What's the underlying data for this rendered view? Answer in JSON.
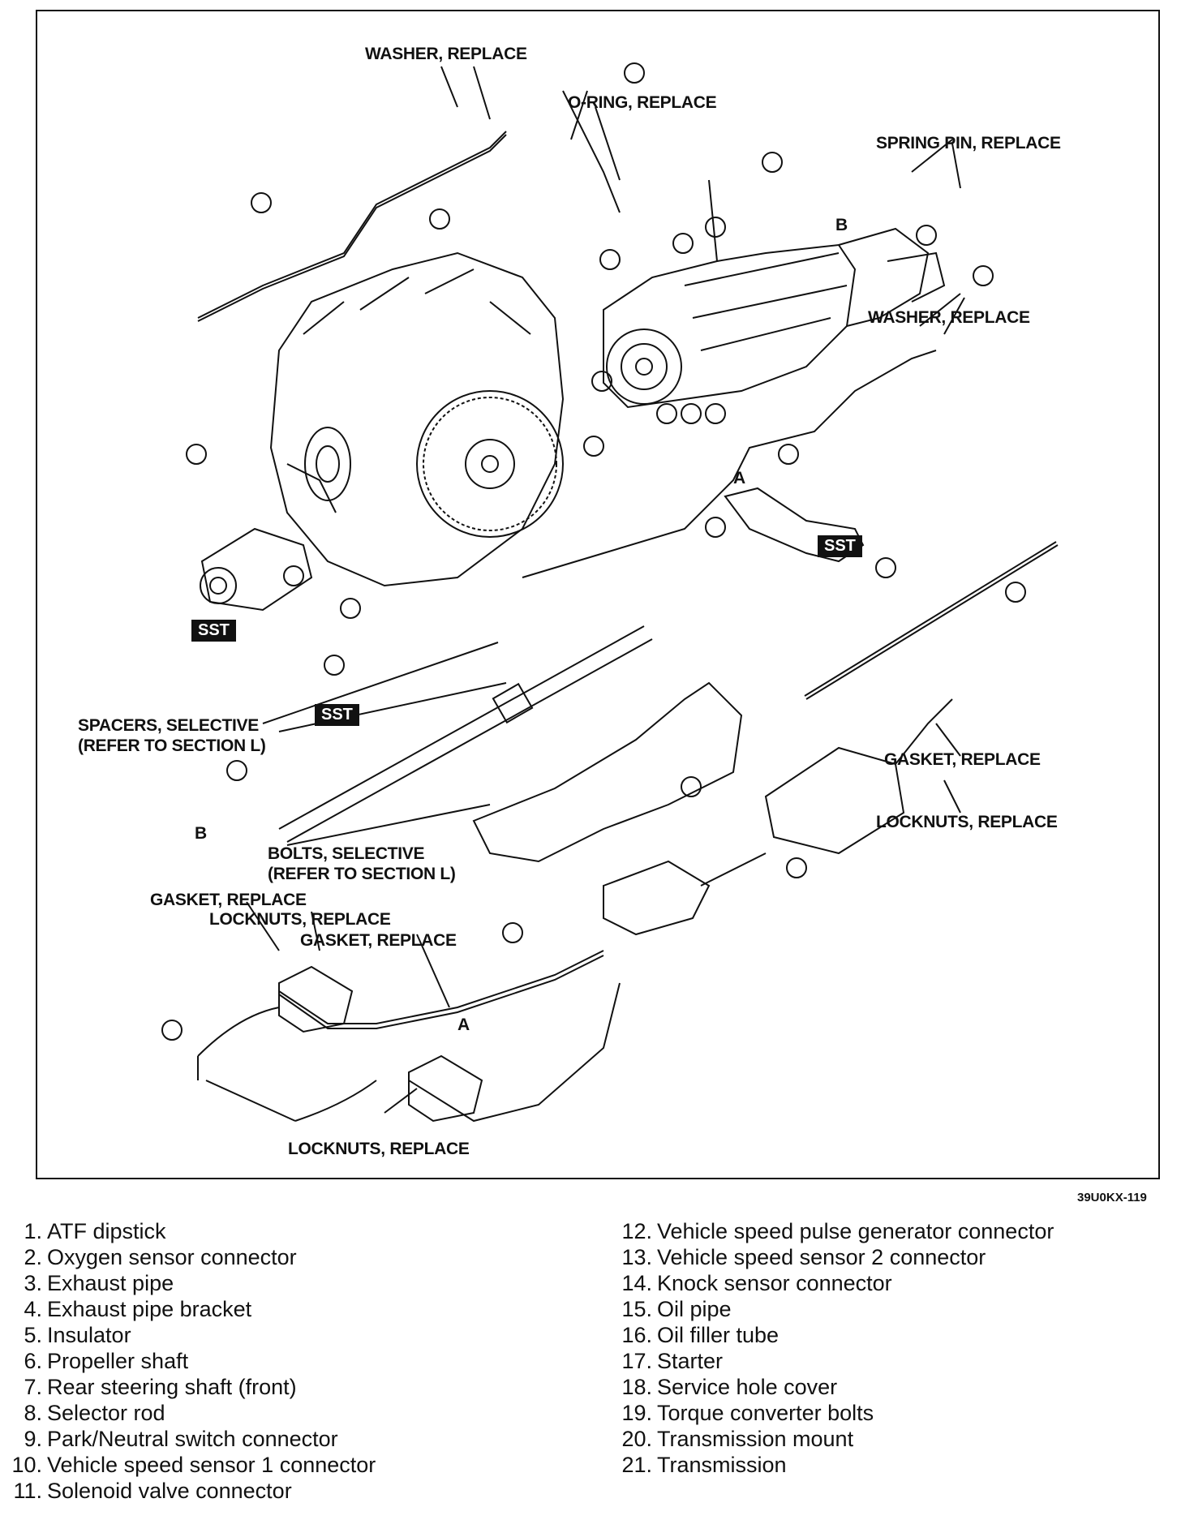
{
  "figure": {
    "code": "39U0KX-119",
    "sst_label": "SST",
    "callouts": {
      "washer_top": "WASHER, REPLACE",
      "oring": "O-RING, REPLACE",
      "spring_pin": "SPRING PIN, REPLACE",
      "washer_right": "WASHER, REPLACE",
      "spacers": "SPACERS, SELECTIVE\n(REFER TO SECTION L)",
      "bolts": "BOLTS, SELECTIVE\n(REFER TO SECTION L)",
      "gasket_right": "GASKET, REPLACE",
      "locknuts_right": "LOCKNUTS, REPLACE",
      "gasket_left": "GASKET, REPLACE",
      "locknuts_left": "LOCKNUTS, REPLACE",
      "gasket_mid": "GASKET, REPLACE",
      "locknuts_bottom": "LOCKNUTS, REPLACE"
    },
    "markers": {
      "a": "A",
      "b": "B"
    }
  },
  "legend": {
    "left": [
      {
        "num": "1.",
        "label": "ATF dipstick"
      },
      {
        "num": "2.",
        "label": "Oxygen sensor connector"
      },
      {
        "num": "3.",
        "label": "Exhaust pipe"
      },
      {
        "num": "4.",
        "label": "Exhaust pipe bracket"
      },
      {
        "num": "5.",
        "label": "Insulator"
      },
      {
        "num": "6.",
        "label": "Propeller shaft"
      },
      {
        "num": "7.",
        "label": "Rear steering shaft (front)"
      },
      {
        "num": "8.",
        "label": "Selector rod"
      },
      {
        "num": "9.",
        "label": "Park/Neutral switch connector"
      },
      {
        "num": "10.",
        "label": "Vehicle speed sensor 1 connector"
      },
      {
        "num": "11.",
        "label": "Solenoid valve connector"
      }
    ],
    "right": [
      {
        "num": "12.",
        "label": "Vehicle speed pulse generator connector"
      },
      {
        "num": "13.",
        "label": "Vehicle speed sensor 2 connector"
      },
      {
        "num": "14.",
        "label": "Knock sensor connector"
      },
      {
        "num": "15.",
        "label": "Oil pipe"
      },
      {
        "num": "16.",
        "label": "Oil filler tube"
      },
      {
        "num": "17.",
        "label": "Starter"
      },
      {
        "num": "18.",
        "label": "Service hole cover"
      },
      {
        "num": "19.",
        "label": "Torque converter bolts"
      },
      {
        "num": "20.",
        "label": "Transmission mount"
      },
      {
        "num": "21.",
        "label": "Transmission"
      }
    ]
  }
}
